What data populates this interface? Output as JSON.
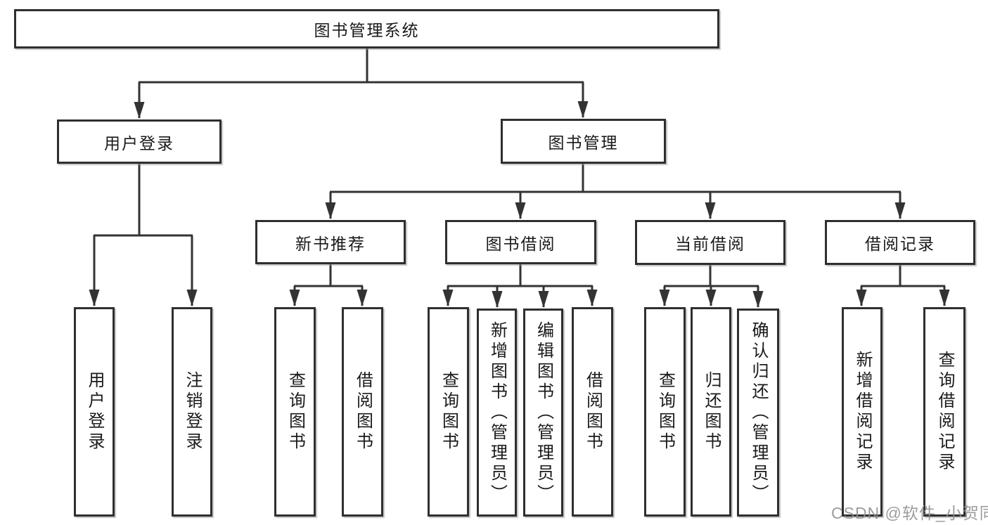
{
  "diagram": {
    "title": "图书管理系统",
    "watermark": "CSDN @软件_小贺同学",
    "colors": {
      "line": "#333333",
      "box_border": "#2f2f2f",
      "box_fill": "#ffffff",
      "text": "#1a1a1a",
      "watermark": "#8e8e8e",
      "background": "#ffffff"
    },
    "nodes": {
      "root": {
        "label": "图书管理系统",
        "level": 1,
        "orientation": "horizontal"
      },
      "user_login": {
        "label": "用户登录",
        "level": 2,
        "orientation": "horizontal"
      },
      "book_mgmt": {
        "label": "图书管理",
        "level": 2,
        "orientation": "horizontal"
      },
      "new_book_rec": {
        "label": "新书推荐",
        "level": 3,
        "orientation": "horizontal"
      },
      "book_borrow": {
        "label": "图书借阅",
        "level": 3,
        "orientation": "horizontal"
      },
      "current_borrow": {
        "label": "当前借阅",
        "level": 3,
        "orientation": "horizontal"
      },
      "borrow_record": {
        "label": "借阅记录",
        "level": 3,
        "orientation": "horizontal"
      },
      "login": {
        "label": "用户登录",
        "level": 4,
        "orientation": "vertical"
      },
      "logout": {
        "label": "注销登录",
        "level": 4,
        "orientation": "vertical"
      },
      "nb_query": {
        "label": "查询图书",
        "level": 4,
        "orientation": "vertical"
      },
      "nb_borrow": {
        "label": "借阅图书",
        "level": 4,
        "orientation": "vertical"
      },
      "bb_query": {
        "label": "查询图书",
        "level": 4,
        "orientation": "vertical"
      },
      "bb_add": {
        "label": "新增图书（管理员）",
        "level": 4,
        "orientation": "vertical"
      },
      "bb_edit": {
        "label": "编辑图书（管理员）",
        "level": 4,
        "orientation": "vertical"
      },
      "bb_borrow": {
        "label": "借阅图书",
        "level": 4,
        "orientation": "vertical"
      },
      "cb_query": {
        "label": "查询图书",
        "level": 4,
        "orientation": "vertical"
      },
      "cb_return": {
        "label": "归还图书",
        "level": 4,
        "orientation": "vertical"
      },
      "cb_confirm": {
        "label": "确认归还（管理员）",
        "level": 4,
        "orientation": "vertical"
      },
      "br_add": {
        "label": "新增借阅记录",
        "level": 4,
        "orientation": "vertical"
      },
      "br_query": {
        "label": "查询借阅记录",
        "level": 4,
        "orientation": "vertical"
      }
    },
    "edges": [
      {
        "from": "root",
        "to": "user_login"
      },
      {
        "from": "root",
        "to": "book_mgmt"
      },
      {
        "from": "user_login",
        "to": "login"
      },
      {
        "from": "user_login",
        "to": "logout"
      },
      {
        "from": "book_mgmt",
        "to": "new_book_rec"
      },
      {
        "from": "book_mgmt",
        "to": "book_borrow"
      },
      {
        "from": "book_mgmt",
        "to": "current_borrow"
      },
      {
        "from": "book_mgmt",
        "to": "borrow_record"
      },
      {
        "from": "new_book_rec",
        "to": "nb_query"
      },
      {
        "from": "new_book_rec",
        "to": "nb_borrow"
      },
      {
        "from": "book_borrow",
        "to": "bb_query"
      },
      {
        "from": "book_borrow",
        "to": "bb_add"
      },
      {
        "from": "book_borrow",
        "to": "bb_edit"
      },
      {
        "from": "book_borrow",
        "to": "bb_borrow"
      },
      {
        "from": "current_borrow",
        "to": "cb_query"
      },
      {
        "from": "current_borrow",
        "to": "cb_return"
      },
      {
        "from": "current_borrow",
        "to": "cb_confirm"
      },
      {
        "from": "borrow_record",
        "to": "br_add"
      },
      {
        "from": "borrow_record",
        "to": "br_query"
      }
    ]
  }
}
